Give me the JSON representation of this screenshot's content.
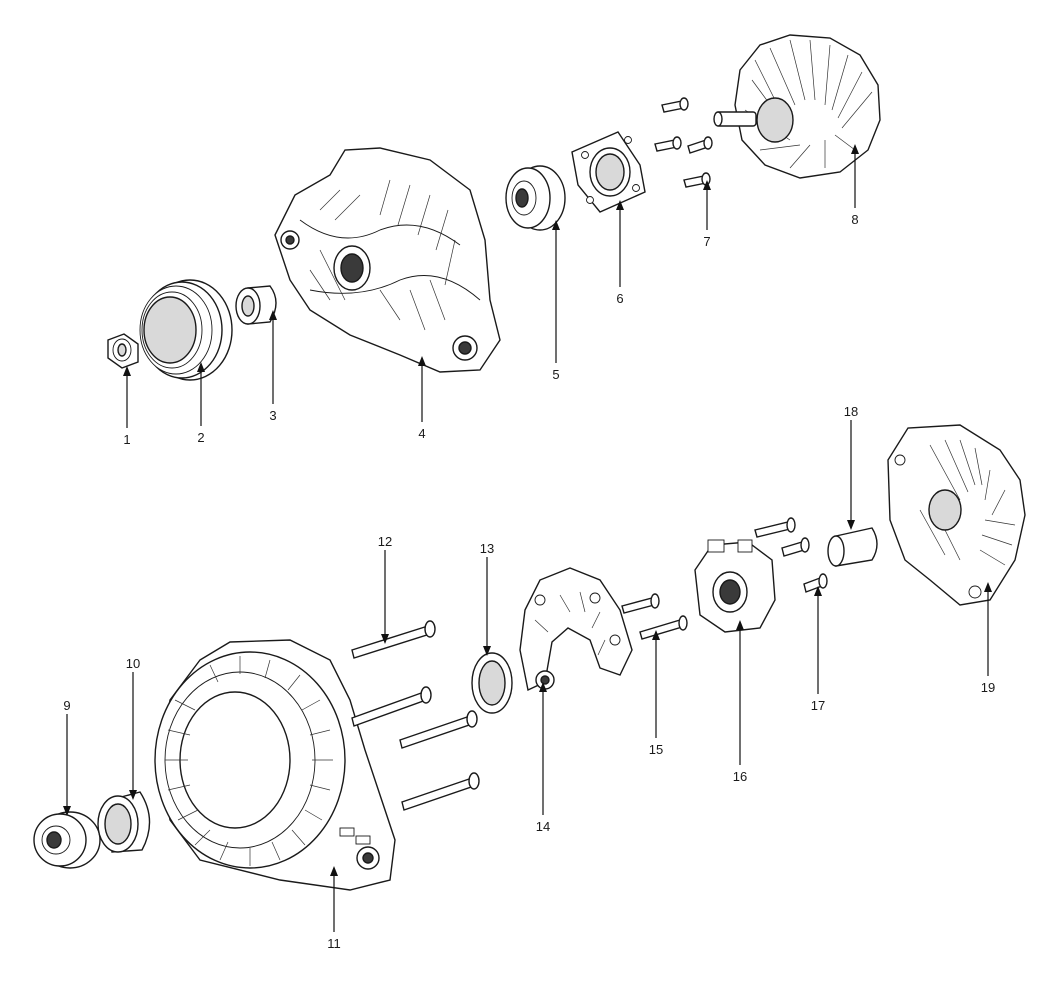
{
  "callouts": [
    {
      "id": "1",
      "label": "1"
    },
    {
      "id": "2",
      "label": "2"
    },
    {
      "id": "3",
      "label": "3"
    },
    {
      "id": "4",
      "label": "4"
    },
    {
      "id": "5",
      "label": "5"
    },
    {
      "id": "6",
      "label": "6"
    },
    {
      "id": "7",
      "label": "7"
    },
    {
      "id": "8",
      "label": "8"
    },
    {
      "id": "9",
      "label": "9"
    },
    {
      "id": "10",
      "label": "10"
    },
    {
      "id": "11",
      "label": "11"
    },
    {
      "id": "12",
      "label": "12"
    },
    {
      "id": "13",
      "label": "13"
    },
    {
      "id": "14",
      "label": "14"
    },
    {
      "id": "15",
      "label": "15"
    },
    {
      "id": "16",
      "label": "16"
    },
    {
      "id": "17",
      "label": "17"
    },
    {
      "id": "18",
      "label": "18"
    },
    {
      "id": "19",
      "label": "19"
    }
  ],
  "colors": {
    "line": "#1a1a1a",
    "background": "#ffffff"
  }
}
